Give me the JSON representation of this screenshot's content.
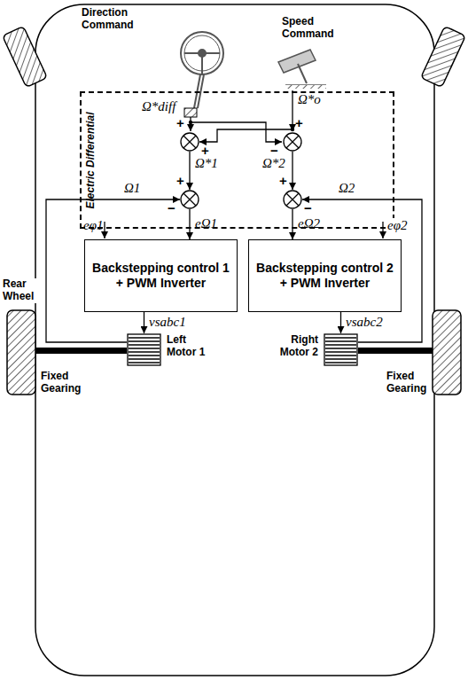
{
  "diagram": {
    "nodes": [
      {
        "text": [
          "Electric Differential"
        ]
      },
      {
        "text": [
          "+",
          "+"
        ],
        "in": 0
      },
      {
        "text": [
          "+",
          "−"
        ],
        "in": 0
      },
      {
        "text": [
          "+",
          "−"
        ],
        "in": 0
      },
      {
        "text": [
          "+",
          "−"
        ],
        "in": 0
      },
      {
        "text": [
          "Backstepping control 1 + PWM Inverter"
        ]
      },
      {
        "text": [
          "Backstepping control 2 + PWM Inverter"
        ]
      },
      {
        "text": [
          "Left Motor 1"
        ]
      },
      {
        "text": [
          "Right Motor 2"
        ]
      }
    ],
    "edges": [
      {
        "from": 1,
        "to": 3,
        "arrow": "to",
        "label": "Ω*1"
      },
      {
        "from": 2,
        "to": 4,
        "arrow": "to",
        "label": "Ω*2"
      },
      {
        "from": 3,
        "to": 5,
        "arrow": "to",
        "label": "eΩ1"
      },
      {
        "from": 4,
        "to": 6,
        "arrow": "to",
        "label": "eΩ2"
      },
      {
        "from": 5,
        "to": 7,
        "arrow": "to",
        "label": "vsabc1"
      },
      {
        "from": 6,
        "to": 8,
        "arrow": "to",
        "label": "vsabc2"
      },
      {
        "from": 7,
        "to": 3,
        "arrow": "to",
        "label": "Ω1"
      },
      {
        "from": 8,
        "to": 4,
        "arrow": "to",
        "label": "Ω2"
      }
    ],
    "labels": [
      "Direction Command",
      "Speed Command",
      "Ω*diff",
      "Ω*o",
      "eφ1",
      "eφ2",
      "Rear Wheel",
      "Fixed Gearing",
      "Fixed Gearing"
    ]
  }
}
